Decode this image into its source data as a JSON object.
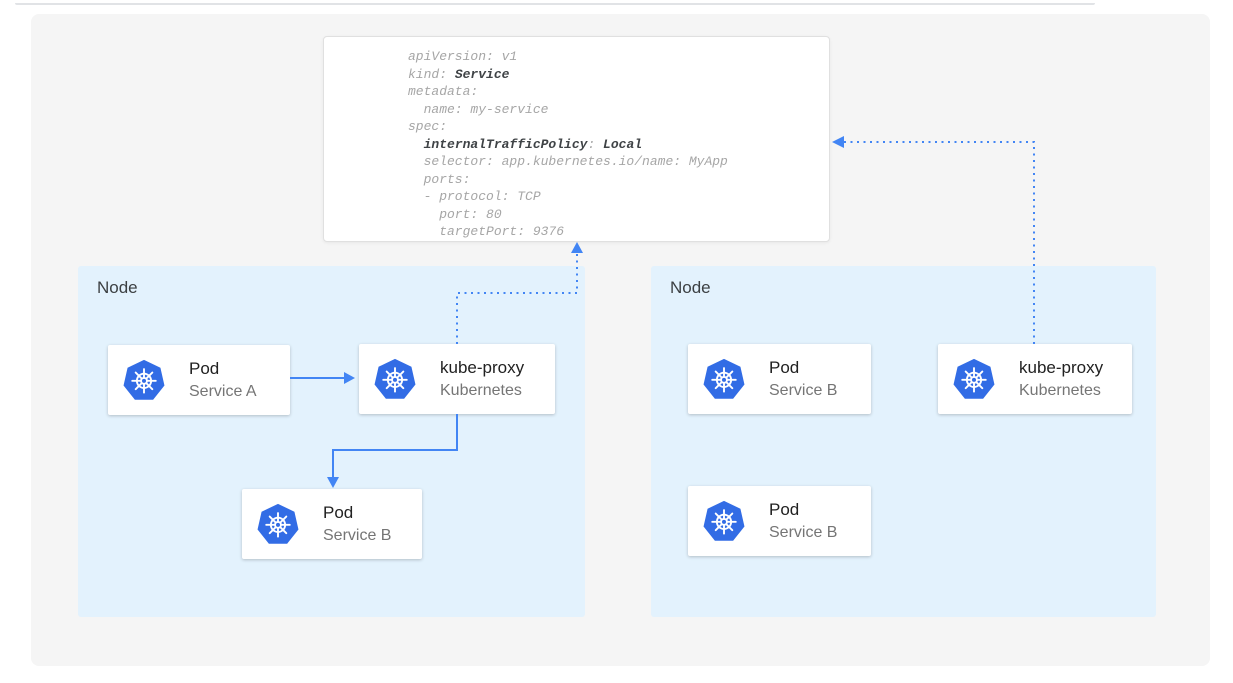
{
  "colors": {
    "accent_blue": "#4285f4",
    "kubernetes_blue": "#326ce5",
    "node_background": "#e3f2fd",
    "panel_background": "#f5f5f5",
    "card_background": "#ffffff",
    "yaml_regular_text": "#a6a6a6",
    "yaml_bold_text": "#3f4346"
  },
  "yaml_card": {
    "lines": [
      {
        "segments": [
          {
            "text": "apiVersion: v1",
            "bold": false
          }
        ]
      },
      {
        "segments": [
          {
            "text": "kind: ",
            "bold": false
          },
          {
            "text": "Service",
            "bold": true
          }
        ]
      },
      {
        "segments": [
          {
            "text": "metadata:",
            "bold": false
          }
        ]
      },
      {
        "segments": [
          {
            "text": "  name: my-service",
            "bold": false
          }
        ]
      },
      {
        "segments": [
          {
            "text": "spec:",
            "bold": false
          }
        ]
      },
      {
        "segments": [
          {
            "text": "  ",
            "bold": false
          },
          {
            "text": "internalTrafficPolicy",
            "bold": true
          },
          {
            "text": ": ",
            "bold": false
          },
          {
            "text": "Local",
            "bold": true
          }
        ]
      },
      {
        "segments": [
          {
            "text": "  selector: app.kubernetes.io/name: MyApp",
            "bold": false
          }
        ]
      },
      {
        "segments": [
          {
            "text": "  ports:",
            "bold": false
          }
        ]
      },
      {
        "segments": [
          {
            "text": "  - protocol: TCP",
            "bold": false
          }
        ]
      },
      {
        "segments": [
          {
            "text": "    port: 80",
            "bold": false
          }
        ]
      },
      {
        "segments": [
          {
            "text": "    targetPort: 9376",
            "bold": false
          }
        ]
      }
    ]
  },
  "nodes": [
    {
      "label": "Node",
      "cards": [
        {
          "title": "Pod",
          "subtitle": "Service A",
          "icon": "kubernetes-icon"
        },
        {
          "title": "kube-proxy",
          "subtitle": "Kubernetes",
          "icon": "kubernetes-icon"
        },
        {
          "title": "Pod",
          "subtitle": "Service B",
          "icon": "kubernetes-icon"
        }
      ]
    },
    {
      "label": "Node",
      "cards": [
        {
          "title": "Pod",
          "subtitle": "Service B",
          "icon": "kubernetes-icon"
        },
        {
          "title": "kube-proxy",
          "subtitle": "Kubernetes",
          "icon": "kubernetes-icon"
        },
        {
          "title": "Pod",
          "subtitle": "Service B",
          "icon": "kubernetes-icon"
        }
      ]
    }
  ],
  "arrows": [
    {
      "from": "pod-service-a",
      "to": "kube-proxy-node-1",
      "style": "solid"
    },
    {
      "from": "kube-proxy-node-1",
      "to": "pod-service-b-node-1",
      "style": "solid"
    },
    {
      "from": "kube-proxy-node-1",
      "to": "service-yaml-card",
      "style": "dotted"
    },
    {
      "from": "kube-proxy-node-2",
      "to": "service-yaml-card",
      "style": "dotted"
    }
  ]
}
